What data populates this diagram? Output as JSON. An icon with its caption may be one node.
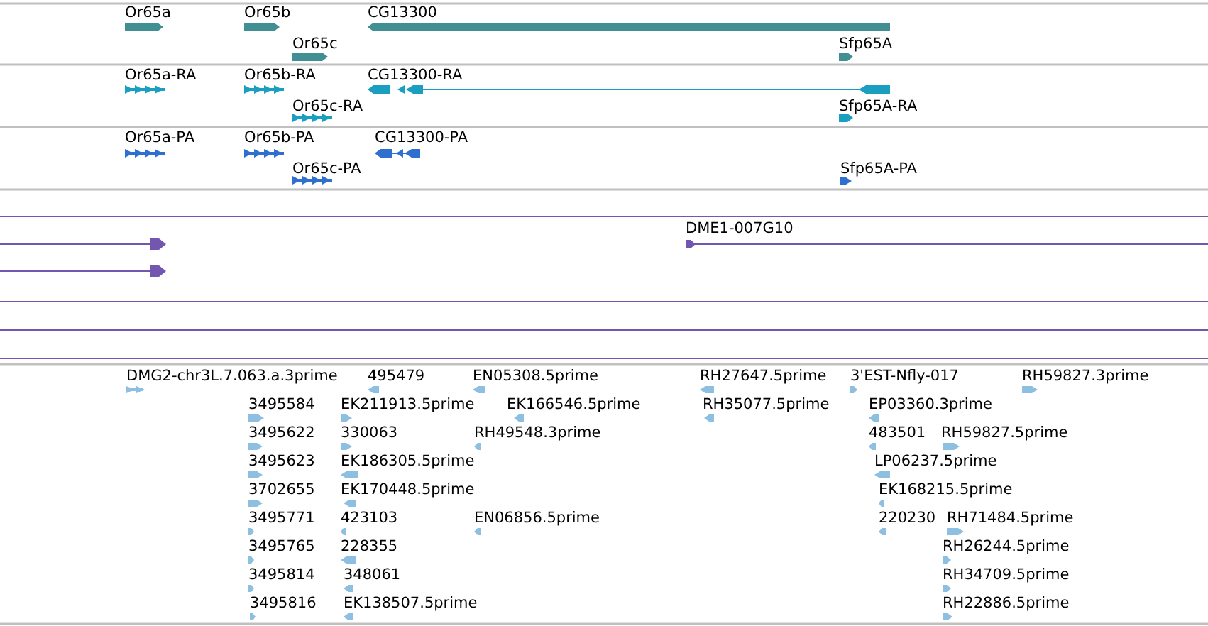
{
  "diagram": {
    "labels": [
      "Or65a",
      "Or65b",
      "CG13300",
      "Or65c",
      "Sfp65A",
      "Or65a-RA",
      "Or65b-RA",
      "CG13300-RA",
      "Or65c-RA",
      "Sfp65A-RA",
      "Or65a-PA",
      "Or65b-PA",
      "CG13300-PA",
      "Or65c-PA",
      "Sfp65A-PA",
      "DME1-007G10",
      "DMG2-chr3L.7.063.a.3prime",
      "495479",
      "EN05308.5prime",
      "RH27647.5prime",
      "3'EST-Nfly-017",
      "RH59827.3prime",
      "3495584",
      "EK211913.5prime",
      "EK166546.5prime",
      "RH35077.5prime",
      "EP03360.3prime",
      "3495622",
      "330063",
      "RH49548.3prime",
      "483501",
      "RH59827.5prime",
      "3495623",
      "EK186305.5prime",
      "LP06237.5prime",
      "3702655",
      "EK170448.5prime",
      "EK168215.5prime",
      "3495771",
      "423103",
      "EN06856.5prime",
      "220230",
      "RH71484.5prime",
      "3495765",
      "228355",
      "RH26244.5prime",
      "3495814",
      "348061",
      "RH34709.5prime",
      "3495816",
      "EK138507.5prime",
      "RH22886.5prime"
    ]
  }
}
